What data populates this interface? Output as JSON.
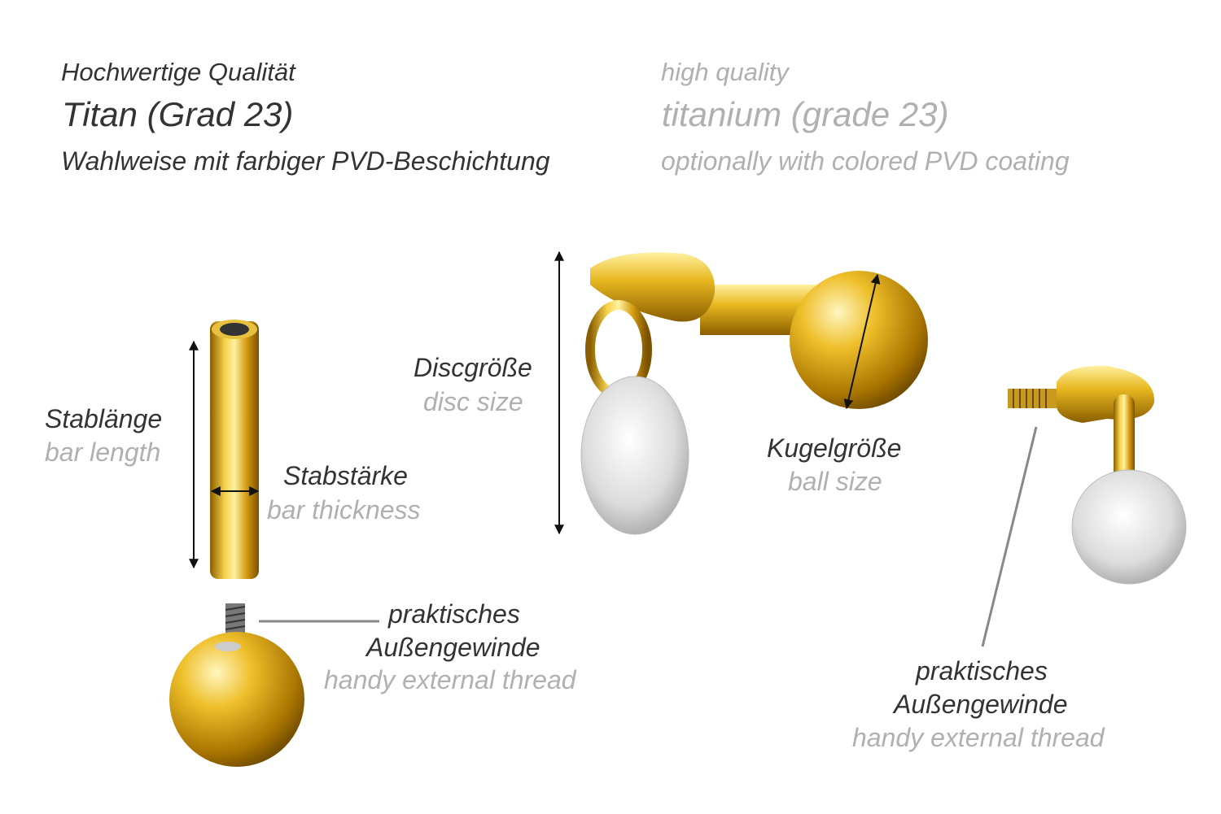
{
  "header": {
    "de": {
      "quality": "Hochwertige Qualität",
      "material": "Titan (Grad 23)",
      "coating": "Wahlweise mit farbiger PVD-Beschichtung"
    },
    "en": {
      "quality": "high quality",
      "material": "titanium (grade 23)",
      "coating": "optionally with colored PVD coating"
    }
  },
  "labels": {
    "bar_length": {
      "de": "Stablänge",
      "en": "bar length"
    },
    "bar_thickness": {
      "de": "Stabstärke",
      "en": "bar thickness"
    },
    "disc_size": {
      "de": "Discgröße",
      "en": "disc size"
    },
    "ball_size": {
      "de": "Kugelgröße",
      "en": "ball size"
    },
    "thread_left": {
      "de1": "praktisches",
      "de2": "Außengewinde",
      "en": "handy external thread"
    },
    "thread_right": {
      "de1": "praktisches",
      "de2": "Außengewinde",
      "en": "handy external thread"
    }
  },
  "colors": {
    "text_dark": "#333333",
    "text_grey": "#b0b0b0",
    "gold": "#d9a91a"
  }
}
